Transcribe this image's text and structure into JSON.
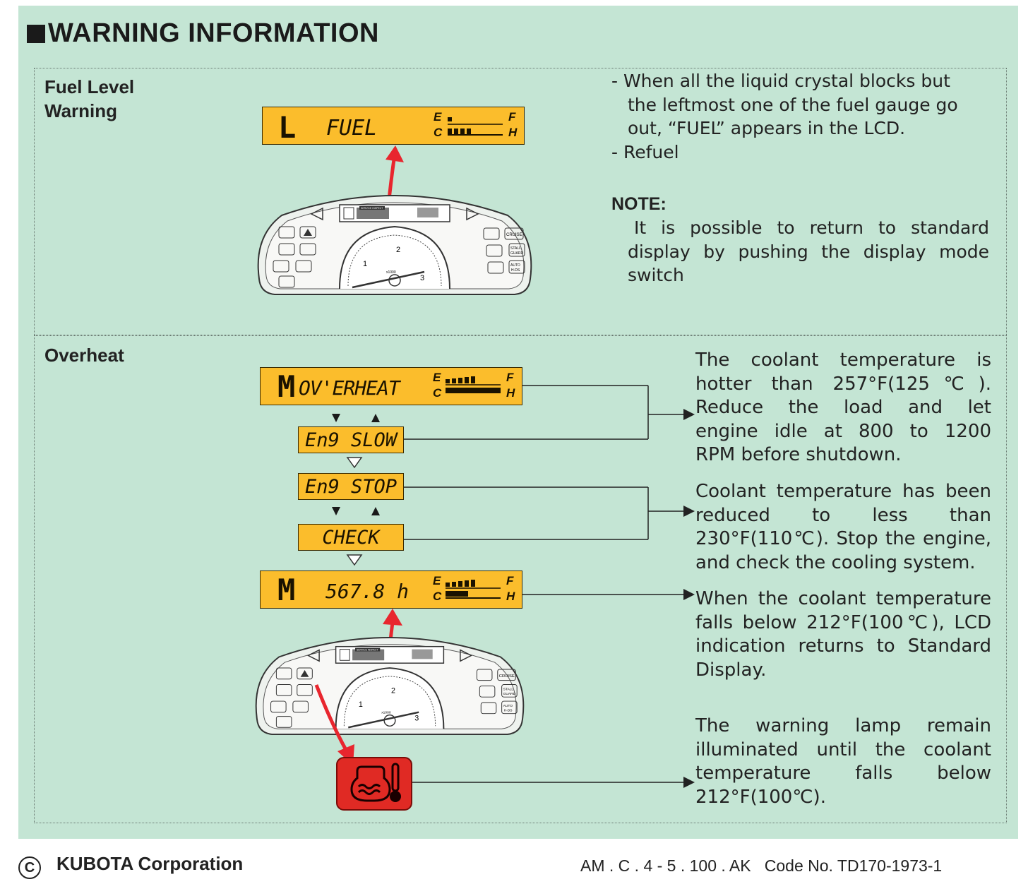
{
  "title": "WARNING INFORMATION",
  "fuel_section": {
    "label_line1": "Fuel Level",
    "label_line2": "Warning",
    "lcd": {
      "mode": "L",
      "message": "FUEL",
      "gauge_e": "E",
      "gauge_c": "C",
      "gauge_f": "F",
      "gauge_h": "H"
    },
    "desc_lines": [
      "- When all the liquid crystal blocks but",
      "the leftmost one of the fuel gauge go",
      "out, “FUEL” appears in the LCD.",
      "- Refuel"
    ],
    "note_heading": "NOTE:",
    "note_lines": [
      "It is possible to return to standard",
      "display by pushing the display mode",
      "switch"
    ]
  },
  "overheat_section": {
    "label": "Overheat",
    "lcd_overheat": {
      "mode": "M",
      "message": "OV'ERHEAT"
    },
    "lcd_eng_slow": "En9 SLOW",
    "lcd_eng_stop": "En9 STOP",
    "lcd_check": "CHECK",
    "lcd_hours": {
      "mode": "M",
      "message": "567.8 h"
    },
    "text1_lines": [
      "The coolant temperature is",
      "hotter than 257°F(125℃).",
      "Reduce the load and let",
      "engine idle at 800 to 1200",
      "RPM before shutdown."
    ],
    "text2_lines": [
      "Coolant temperature has been",
      "reduced to less than",
      "230°F(110℃). Stop the engine,",
      "and check the cooling system."
    ],
    "text3_lines": [
      "When the coolant temperature",
      "falls below 212°F(100℃), LCD",
      "indication returns to Standard",
      "Display."
    ],
    "text4_lines": [
      "The warning lamp remain",
      "illuminated until the coolant",
      "temperature falls below",
      "212°F(100℃)."
    ]
  },
  "panel": {
    "cruise": "CRUISE",
    "stall_guard_1": "STALL",
    "stall_guard_2": "GUARD",
    "auto_hds_1": "AUTO",
    "auto_hds_2": "H-DS",
    "service_inspect": "SERVICE INSPECT",
    "tach_1": "1",
    "tach_2": "2",
    "tach_3": "3",
    "tach_unit": "x1000"
  },
  "footer": {
    "copyright_symbol": "C",
    "company": "KUBOTA Corporation",
    "code": "AM . C . 4 - 5 . 100 . AK   Code No. TD170-1973-1"
  },
  "colors": {
    "background": "#c4e5d4",
    "lcd": "#fbbd2c",
    "arrow_red": "#e8262e",
    "lamp_red": "#e02a24"
  }
}
